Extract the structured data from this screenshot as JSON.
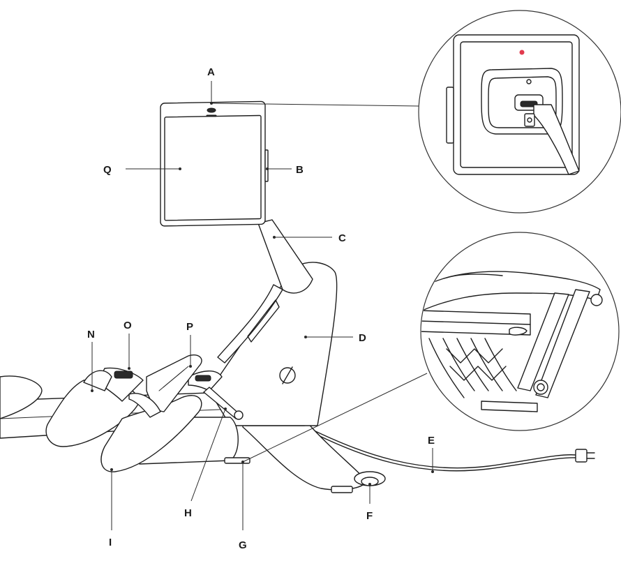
{
  "colors": {
    "ink": "#1e1e1e",
    "accent_red": "#e23b4e",
    "background": "#ffffff"
  },
  "labels": {
    "A": "A",
    "B": "B",
    "C": "C",
    "D": "D",
    "E": "E",
    "F": "F",
    "G": "G",
    "H": "H",
    "I": "I",
    "N": "N",
    "O": "O",
    "P": "P",
    "Q": "Q"
  },
  "icons": {
    "brand_logo": "peloton-logo-icon",
    "power_plug": "power-plug-icon"
  }
}
